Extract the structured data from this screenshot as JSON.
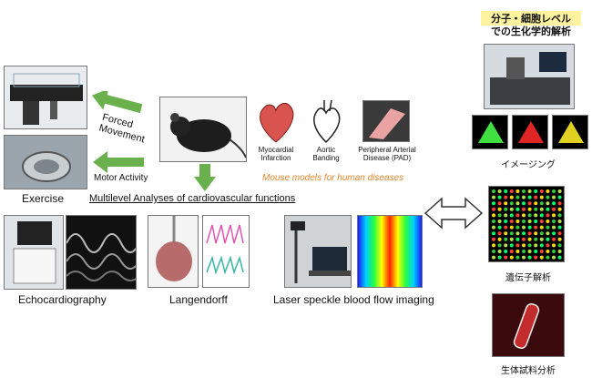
{
  "headline_jp": {
    "line1": "分子・細胞レベル",
    "line2": "での生化学的解析"
  },
  "left": {
    "forced_line1": "Forced",
    "forced_line2": "Movement",
    "motor_activity": "Motor Activity",
    "exercise": "Exercise"
  },
  "models": {
    "mi_line1": "Myocardial",
    "mi_line2": "Infarction",
    "ab_line1": "Aortic",
    "ab_line2": "Banding",
    "pad_line1": "Peripheral Arterial",
    "pad_line2": "Disease (PAD)",
    "caption": "Mouse models for human diseases"
  },
  "multilevel_title": "Multilevel Analyses of cardiovascular functions",
  "bottom": {
    "echo": "Echocardiography",
    "langendorff": "Langendorff",
    "laser": "Laser speckle blood flow imaging"
  },
  "right": {
    "imaging": "イメージング",
    "gene": "遺伝子解析",
    "bio": "生体試料分析"
  },
  "colors": {
    "arrow_green": "#6ab04c",
    "caption_orange": "#e8862a"
  }
}
